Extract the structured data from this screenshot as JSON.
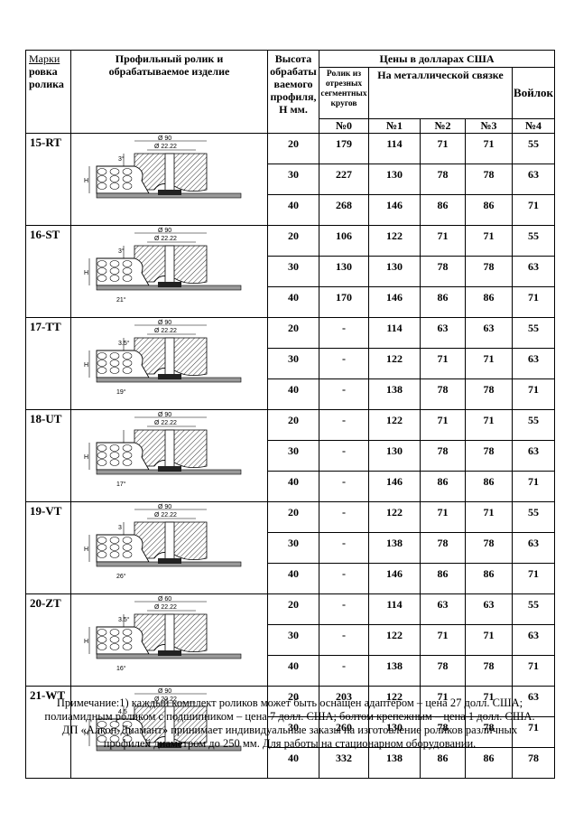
{
  "header": {
    "mark_line1": "Марки",
    "mark_line2": "ровка",
    "mark_line3": "ролика",
    "profile_line1": "Профильный ролик и",
    "profile_line2": "обрабатываемое изделие",
    "height_line1": "Высота",
    "height_line2": "обрабаты",
    "height_line3": "ваемого",
    "height_line4": "профиля,",
    "height_line5": "Н мм.",
    "prices": "Цены в долларах США",
    "segment_line1": "Ролик из",
    "segment_line2": "отрезных",
    "segment_line3": "сегментных",
    "segment_line4": "кругов",
    "metal": "На металлической связке",
    "felt": "Войлок",
    "n0": "№0",
    "n1": "№1",
    "n2": "№2",
    "n3": "№3",
    "n4": "№4"
  },
  "rows": [
    {
      "mark": "15-RT",
      "dims": {
        "top": "Ø 90",
        "bore": "Ø 22.22",
        "side": "3°",
        "h": "H",
        "bottom": ""
      },
      "sub": [
        {
          "h": "20",
          "n0": "179",
          "n1": "114",
          "n2": "71",
          "n3": "71",
          "n4": "55"
        },
        {
          "h": "30",
          "n0": "227",
          "n1": "130",
          "n2": "78",
          "n3": "78",
          "n4": "63"
        },
        {
          "h": "40",
          "n0": "268",
          "n1": "146",
          "n2": "86",
          "n3": "86",
          "n4": "71"
        }
      ]
    },
    {
      "mark": "16-ST",
      "dims": {
        "top": "Ø 90",
        "bore": "Ø 22.22",
        "side": "3°",
        "h": "H",
        "bottom": "21°"
      },
      "sub": [
        {
          "h": "20",
          "n0": "106",
          "n1": "122",
          "n2": "71",
          "n3": "71",
          "n4": "55"
        },
        {
          "h": "30",
          "n0": "130",
          "n1": "130",
          "n2": "78",
          "n3": "78",
          "n4": "63"
        },
        {
          "h": "40",
          "n0": "170",
          "n1": "146",
          "n2": "86",
          "n3": "86",
          "n4": "71"
        }
      ]
    },
    {
      "mark": "17-TT",
      "dims": {
        "top": "Ø 90",
        "bore": "Ø 22.22",
        "side": "3.5°",
        "h": "H",
        "bottom": "19°"
      },
      "sub": [
        {
          "h": "20",
          "n0": "-",
          "n1": "114",
          "n2": "63",
          "n3": "63",
          "n4": "55"
        },
        {
          "h": "30",
          "n0": "-",
          "n1": "122",
          "n2": "71",
          "n3": "71",
          "n4": "63"
        },
        {
          "h": "40",
          "n0": "-",
          "n1": "138",
          "n2": "78",
          "n3": "78",
          "n4": "71"
        }
      ]
    },
    {
      "mark": "18-UT",
      "dims": {
        "top": "Ø 90",
        "bore": "Ø 22.22",
        "side": "",
        "h": "H",
        "bottom": "17°"
      },
      "sub": [
        {
          "h": "20",
          "n0": "-",
          "n1": "122",
          "n2": "71",
          "n3": "71",
          "n4": "55"
        },
        {
          "h": "30",
          "n0": "-",
          "n1": "130",
          "n2": "78",
          "n3": "78",
          "n4": "63"
        },
        {
          "h": "40",
          "n0": "-",
          "n1": "146",
          "n2": "86",
          "n3": "86",
          "n4": "71"
        }
      ]
    },
    {
      "mark": "19-VT",
      "dims": {
        "top": "Ø 90",
        "bore": "Ø 22.22",
        "side": "3",
        "h": "H",
        "bottom": "26°"
      },
      "sub": [
        {
          "h": "20",
          "n0": "-",
          "n1": "122",
          "n2": "71",
          "n3": "71",
          "n4": "55"
        },
        {
          "h": "30",
          "n0": "-",
          "n1": "138",
          "n2": "78",
          "n3": "78",
          "n4": "63"
        },
        {
          "h": "40",
          "n0": "-",
          "n1": "146",
          "n2": "86",
          "n3": "86",
          "n4": "71"
        }
      ]
    },
    {
      "mark": "20-ZT",
      "dims": {
        "top": "Ø 60",
        "bore": "Ø 22.22",
        "side": "3.5°",
        "h": "H",
        "bottom": "16°"
      },
      "sub": [
        {
          "h": "20",
          "n0": "-",
          "n1": "114",
          "n2": "63",
          "n3": "63",
          "n4": "55"
        },
        {
          "h": "30",
          "n0": "-",
          "n1": "122",
          "n2": "71",
          "n3": "71",
          "n4": "63"
        },
        {
          "h": "40",
          "n0": "-",
          "n1": "138",
          "n2": "78",
          "n3": "78",
          "n4": "71"
        }
      ]
    },
    {
      "mark": "21-WT",
      "dims": {
        "top": "Ø 90",
        "bore": "Ø 22.22",
        "side": "4.5",
        "h": "H",
        "bottom": ""
      },
      "sub": [
        {
          "h": "20",
          "n0": "203",
          "n1": "122",
          "n2": "71",
          "n3": "71",
          "n4": "63"
        },
        {
          "h": "30",
          "n0": "260",
          "n1": "130",
          "n2": "78",
          "n3": "78",
          "n4": "71"
        },
        {
          "h": "40",
          "n0": "332",
          "n1": "138",
          "n2": "86",
          "n3": "86",
          "n4": "78"
        }
      ]
    }
  ],
  "note": {
    "line1": "Примечание:1) каждый комплект роликов может быть оснащен адаптером – цена 27 долл. США;",
    "line2": "полиамидным роликом с подшипником – цена 7 долл. США; болтом крепежным – цена 1 долл. США.",
    "line3": "ДП «Алкон-Диамант» принимает индивидуальные заказы на изготовление роликов различных",
    "line4": "профилей диаметром до 250 мм. Для работы на стационарном оборудовании."
  }
}
